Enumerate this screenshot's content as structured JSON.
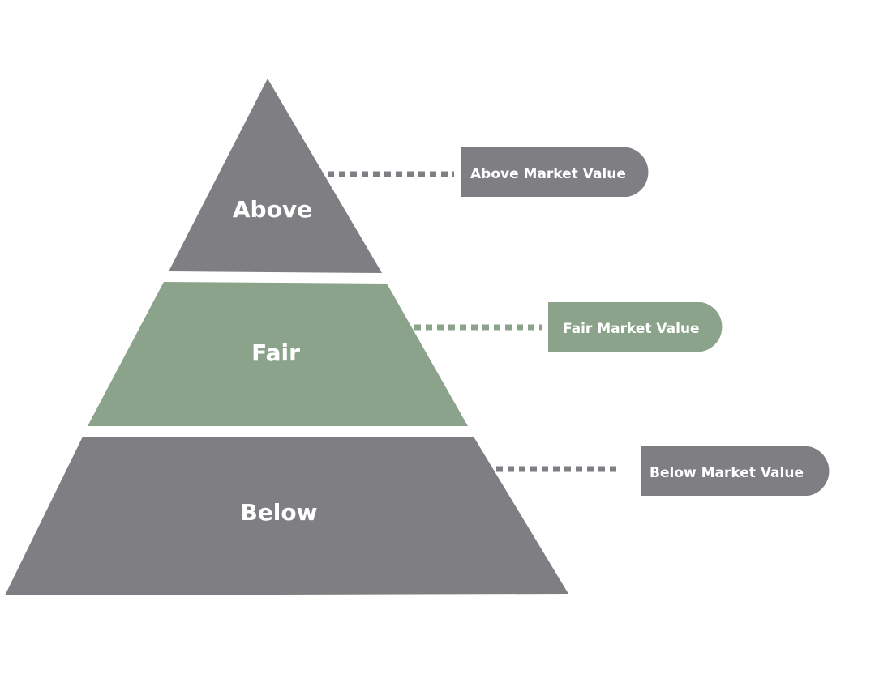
{
  "colors": {
    "gray": "#7f7f83",
    "green": "#8ba38b",
    "background": "#ffffff",
    "text": "#ffffff"
  },
  "tiers": [
    {
      "label": "Above",
      "callout": "Above Market Value",
      "color": "#7f7f83"
    },
    {
      "label": "Fair",
      "callout": "Fair Market Value",
      "color": "#8ba38b"
    },
    {
      "label": "Below",
      "callout": "Below Market Value",
      "color": "#7f7f83"
    }
  ]
}
